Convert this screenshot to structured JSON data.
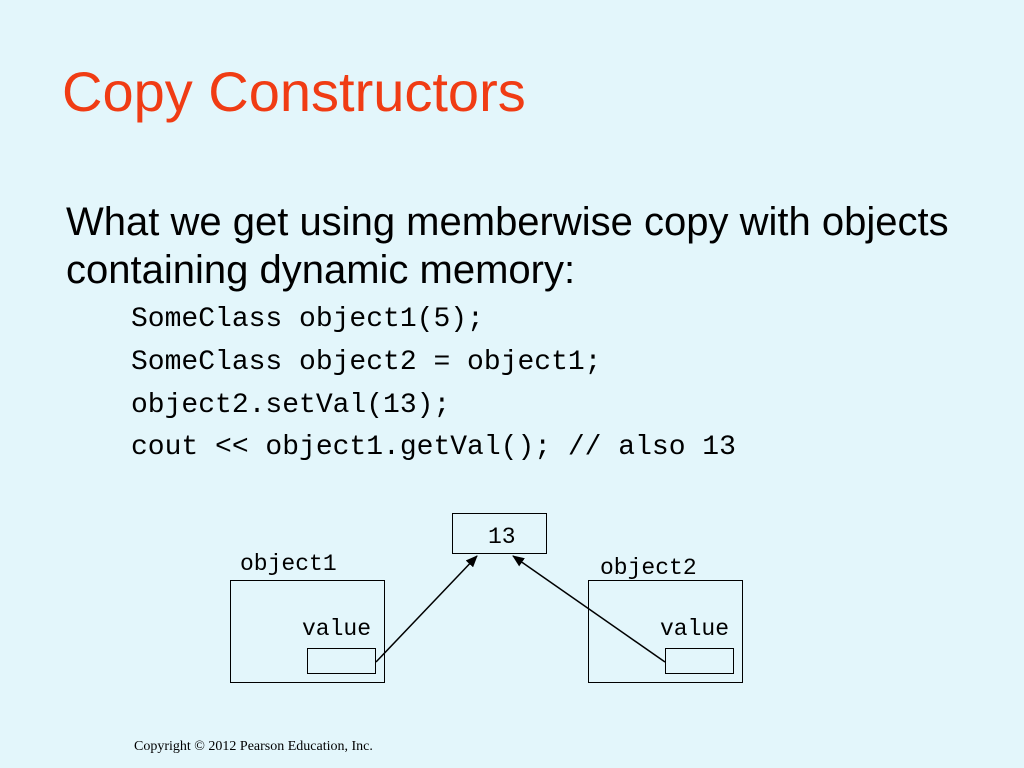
{
  "slide": {
    "title": "Copy Constructors",
    "intro": "What we get using memberwise copy with objects containing dynamic memory:",
    "code_lines": [
      "SomeClass object1(5);",
      "SomeClass object2 = object1;",
      "object2.setVal(13);",
      "cout << object1.getVal(); // also 13"
    ],
    "footer": "Copyright © 2012 Pearson Education, Inc."
  },
  "diagram": {
    "shared_value": "13",
    "object1": {
      "label": "object1",
      "field": "value"
    },
    "object2": {
      "label": "object2",
      "field": "value"
    }
  },
  "colors": {
    "background": "#e3f6fb",
    "title": "#f03c14"
  }
}
